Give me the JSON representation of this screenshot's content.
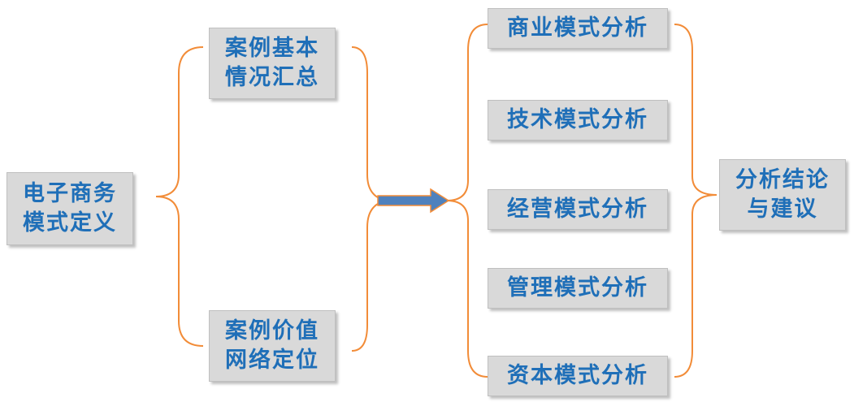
{
  "definition": {
    "line1": "电子商务",
    "line2": "模式定义"
  },
  "case_summary": {
    "line1": "案例基本",
    "line2": "情况汇总"
  },
  "case_value": {
    "line1": "案例价值",
    "line2": "网络定位"
  },
  "analyses": [
    {
      "label": "商业模式分析"
    },
    {
      "label": "技术模式分析"
    },
    {
      "label": "经营模式分析"
    },
    {
      "label": "管理模式分析"
    },
    {
      "label": "资本模式分析"
    }
  ],
  "conclusion": {
    "line1": "分析结论",
    "line2": "与建议"
  },
  "colors": {
    "bracket": "#f28c38",
    "arrow_fill": "#4f81bd",
    "arrow_stroke": "#f28c38",
    "text": "#1f6fb8",
    "box": "#d9d9d9"
  }
}
